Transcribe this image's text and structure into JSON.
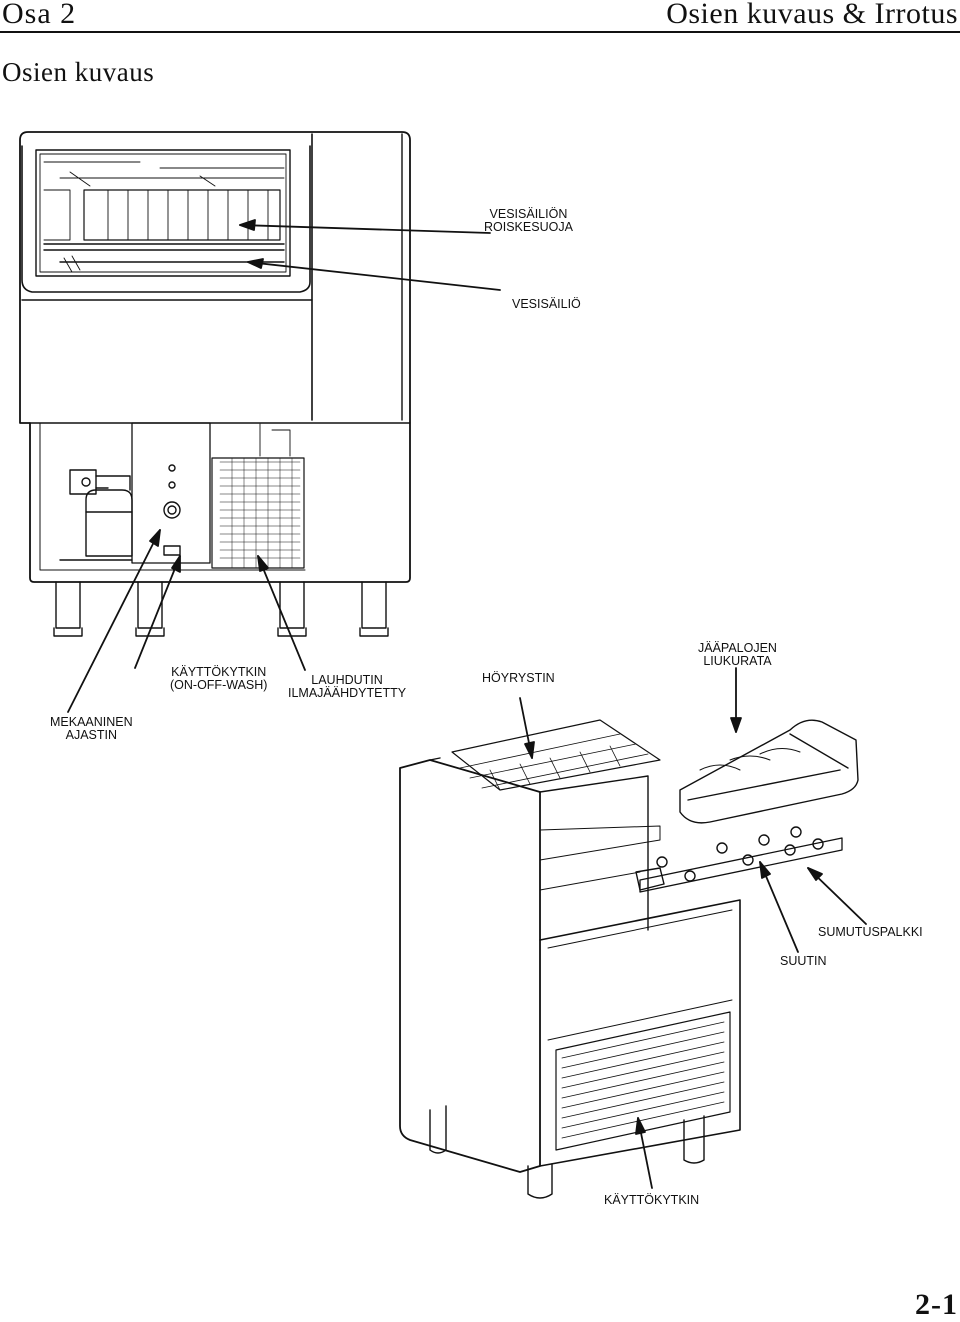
{
  "header": {
    "section": "Osa 2",
    "title": "Osien kuvaus & Irrotus"
  },
  "subtitle": "Osien kuvaus",
  "callouts": {
    "splash_guard": [
      "VESISÄILIÖN",
      "ROISKESUOJA"
    ],
    "water_tank": "VESISÄILIÖ",
    "switch": [
      "KÄYTTÖKYTKIN",
      "(ON-OFF-WASH)"
    ],
    "condenser": [
      "LAUHDUTIN",
      "ILMAJÄÄHDYTETTY"
    ],
    "evaporator": "HÖYRYSTIN",
    "ice_chute": [
      "JÄÄPALOJEN",
      "LIUKURATA"
    ],
    "timer": [
      "MEKAANINEN",
      "AJASTIN"
    ],
    "spray_bar": "SUMUTUSPALKKI",
    "nozzle": "SUUTIN",
    "operation_switch": "KÄYTTÖKYTKIN"
  },
  "page_number": "2-1"
}
